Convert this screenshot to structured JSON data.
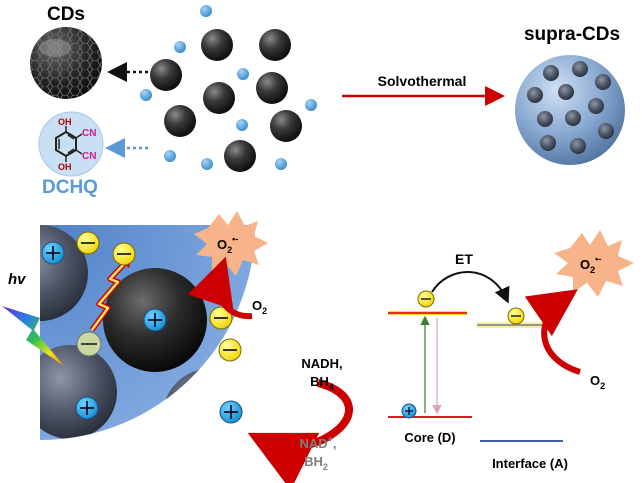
{
  "top": {
    "cds_label": "CDs",
    "dchq_label": "DCHQ",
    "dchq_oh_top": "OH",
    "dchq_oh_bottom": "OH",
    "dchq_cn_top": "CN",
    "dchq_cn_bottom": "CN",
    "process_label": "Solvothermal",
    "product_label": "supra-CDs"
  },
  "mechanism": {
    "light_label": "hv",
    "o2_left": "O",
    "o2_left_sub": "2",
    "superoxide_left": "O",
    "superoxide_left_sub": "2",
    "superoxide_left_sup": "•-",
    "nadh_line1": "NADH,",
    "nadh_line2": "BH",
    "nadh_line2_sub": "4",
    "nad_line1": "NAD",
    "nad_line1_sup": "+",
    "nad_line1_tail": ",",
    "nad_line2": "BH",
    "nad_line2_sub": "2"
  },
  "energy": {
    "et_label": "ET",
    "core_label": "Core (D)",
    "interface_label": "Interface (A)",
    "o2_right": "O",
    "o2_right_sub": "2",
    "superoxide_right": "O",
    "superoxide_right_sub": "2",
    "superoxide_right_sup": "•-"
  },
  "colors": {
    "arrow_red": "#cc0000",
    "dchq_blue": "#5b9bd5",
    "cn_magenta": "#d0208a",
    "burst_fill": "#f7b48a",
    "electron_yellow": "#ffee00",
    "hole_blue": "#29a8e0"
  }
}
